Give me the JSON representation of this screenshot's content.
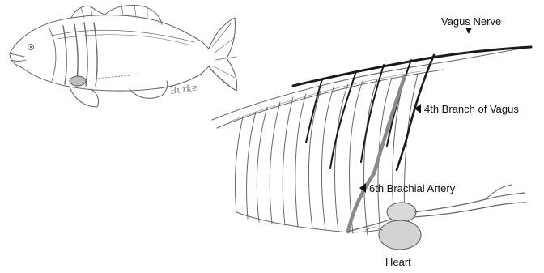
{
  "diagram": {
    "labels": {
      "vagus_nerve": "Vagus Nerve",
      "fourth_branch": "4th Branch of Vagus",
      "sixth_artery": "6th Brachial Artery",
      "heart": "Heart"
    },
    "signature": "Burke",
    "colors": {
      "outline": "#555555",
      "nerve": "#1a1a1a",
      "artery": "#8a8a8a",
      "heart_fill": "#d9d9d9"
    }
  }
}
